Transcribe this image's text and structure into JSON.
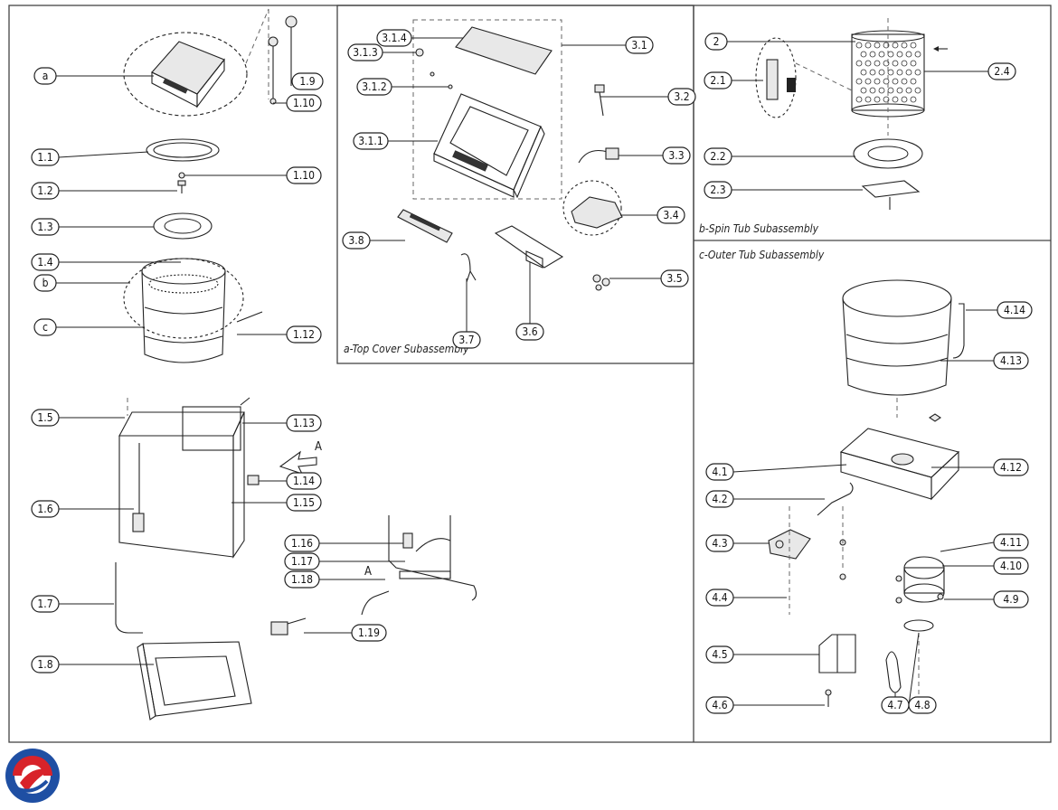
{
  "labels": {
    "l_a": "a",
    "l_b": "b",
    "l_c": "c",
    "l_1_1": "1.1",
    "l_1_2": "1.2",
    "l_1_3": "1.3",
    "l_1_4": "1.4",
    "l_1_5": "1.5",
    "l_1_6": "1.6",
    "l_1_7": "1.7",
    "l_1_8": "1.8",
    "l_1_9": "1.9",
    "l_1_10": "1.10",
    "l_1_10b": "1.10",
    "l_1_12": "1.12",
    "l_1_13": "1.13",
    "l_1_14": "1.14",
    "l_1_15": "1.15",
    "l_1_16": "1.16",
    "l_1_17": "1.17",
    "l_1_18": "1.18",
    "l_1_19": "1.19",
    "l_3_1": "3.1",
    "l_3_1_1": "3.1.1",
    "l_3_1_2": "3.1.2",
    "l_3_1_3": "3.1.3",
    "l_3_1_4": "3.1.4",
    "l_3_2": "3.2",
    "l_3_3": "3.3",
    "l_3_4": "3.4",
    "l_3_5": "3.5",
    "l_3_6": "3.6",
    "l_3_7": "3.7",
    "l_3_8": "3.8",
    "l_2": "2",
    "l_2_1": "2.1",
    "l_2_2": "2.2",
    "l_2_3": "2.3",
    "l_2_4": "2.4",
    "l_4_1": "4.1",
    "l_4_2": "4.2",
    "l_4_3": "4.3",
    "l_4_4": "4.4",
    "l_4_5": "4.5",
    "l_4_6": "4.6",
    "l_4_7": "4.7",
    "l_4_8": "4.8",
    "l_4_9": "4.9",
    "l_4_10": "4.10",
    "l_4_11": "4.11",
    "l_4_12": "4.12",
    "l_4_13": "4.13",
    "l_4_14": "4.14"
  },
  "captions": {
    "top_cover": "a-Top Cover Subassembly",
    "spin_tub": "b-Spin Tub Subassembly",
    "outer_tub": "c-Outer Tub Subassembly"
  },
  "view_markers": {
    "arrow_a": "A",
    "detail_a": "A"
  },
  "icons": {
    "brand_logo": "brand-swirl-logo-icon"
  },
  "colors": {
    "logo_blue": "#1f4fa3",
    "logo_red": "#d8232a",
    "lines": "#222222"
  }
}
